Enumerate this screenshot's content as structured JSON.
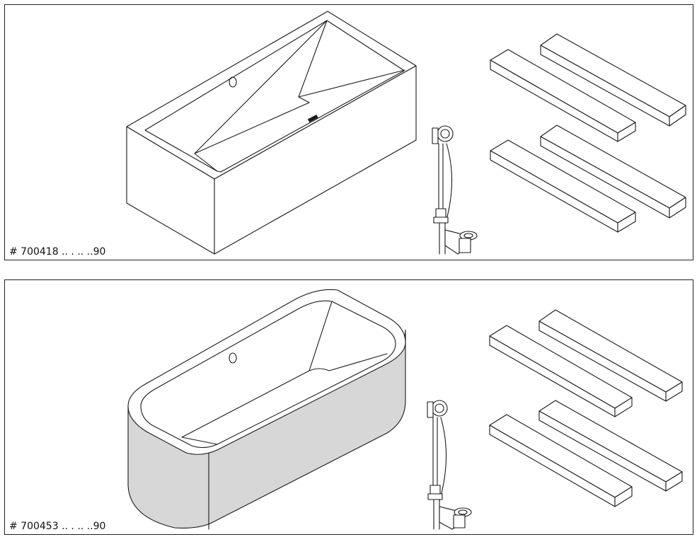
{
  "panels": [
    {
      "code": "# 700418 .. . .. ..90",
      "tub_shape": "rectangular",
      "panel_color": "#ffffff"
    },
    {
      "code": "# 700453 .. . .. ..90",
      "tub_shape": "rounded",
      "panel_color": "#d7d7d7"
    }
  ],
  "icons": [
    "bathtub-icon",
    "drain-overflow-icon",
    "support-beam-icon"
  ]
}
